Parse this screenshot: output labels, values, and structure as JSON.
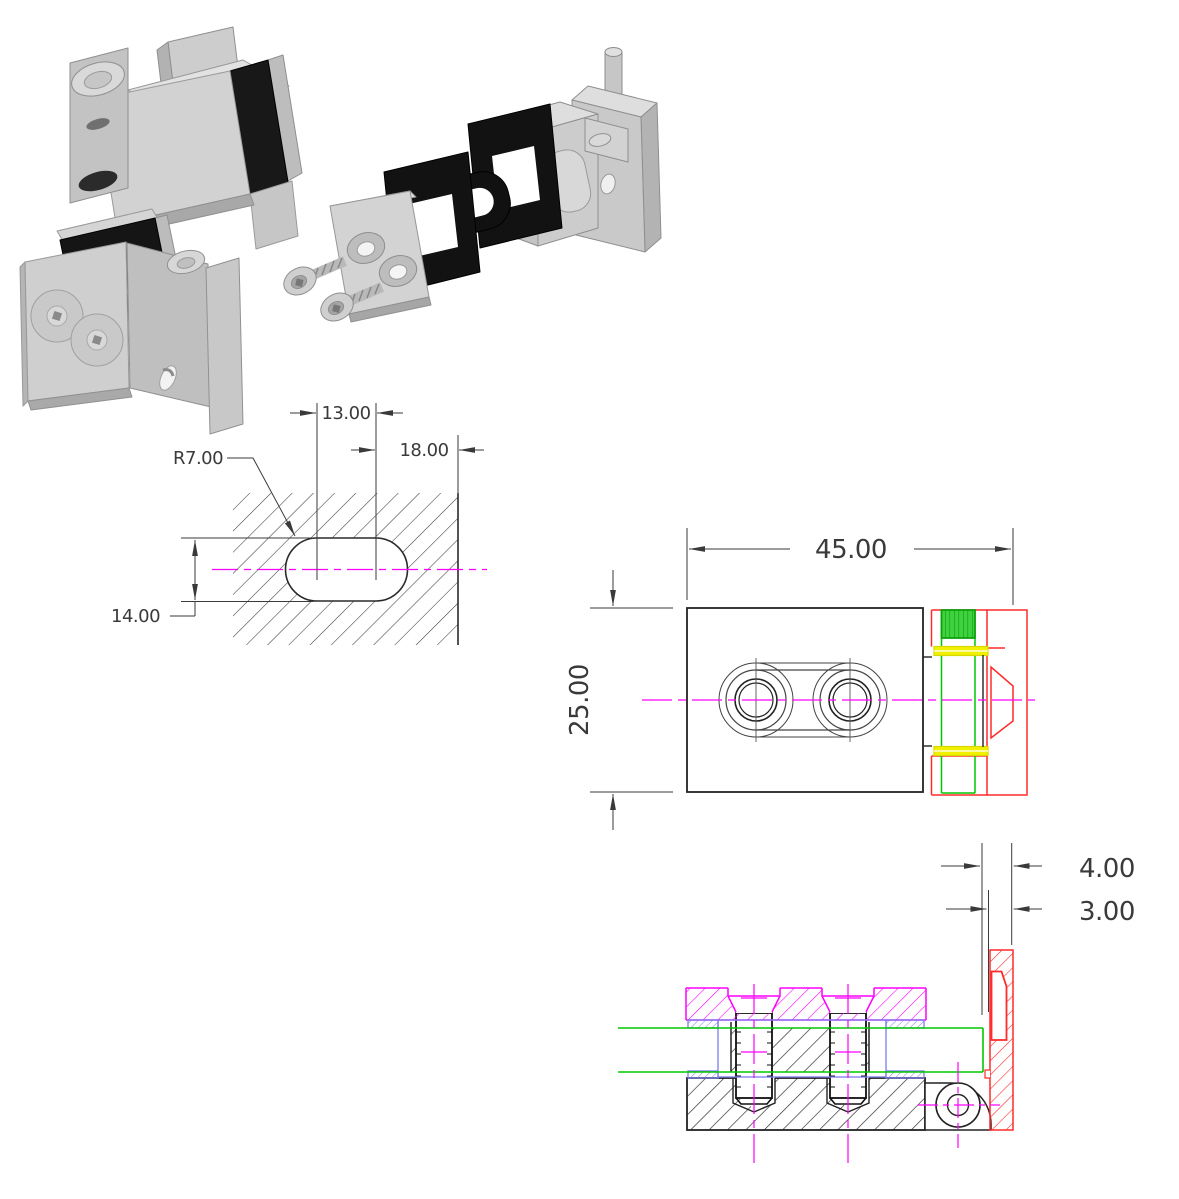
{
  "drawing": {
    "dimensions": {
      "slot_view": {
        "center_spacing": "13.00",
        "edge_distance": "18.00",
        "radius": "R7.00",
        "height": "14.00"
      },
      "front_view": {
        "width": "45.00",
        "height": "25.00"
      },
      "section_view": {
        "bracket_gap": "4.00",
        "bracket_thickness": "3.00"
      }
    },
    "colors": {
      "outline": "#1a1a1a",
      "hatch": "#3c3c3c",
      "centerline_magenta": "#ff00ff",
      "glass_green": "#00c800",
      "bracket_red": "#ff2a2a",
      "gasket_blue": "#7d7dee",
      "washer_yellow": "#f0f000",
      "dim_text": "#3a3a3a",
      "render_gray": "#cfcfcf",
      "rubber_black": "#141414"
    }
  }
}
